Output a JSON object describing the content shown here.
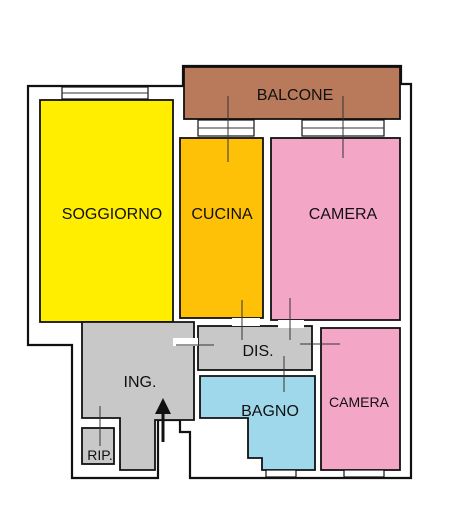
{
  "rooms": {
    "balcone": {
      "label": "BALCONE",
      "color": "#B87A5A"
    },
    "soggiorno": {
      "label": "SOGGIORNO",
      "color": "#FFEE00"
    },
    "cucina": {
      "label": "CUCINA",
      "color": "#FFC107"
    },
    "camera_large": {
      "label": "CAMERA",
      "color": "#F4A6C6"
    },
    "camera_small": {
      "label": "CAMERA",
      "color": "#F4A6C6"
    },
    "ingresso": {
      "label": "ING.",
      "color": "#C8C8C8"
    },
    "disimpegno": {
      "label": "DIS.",
      "color": "#C8C8C8"
    },
    "bagno": {
      "label": "BAGNO",
      "color": "#9ED8EA"
    },
    "ripostiglio": {
      "label": "RIP.",
      "color": "#C8C8C8"
    }
  },
  "icons": {
    "entrance": "entrance-arrow-icon"
  }
}
